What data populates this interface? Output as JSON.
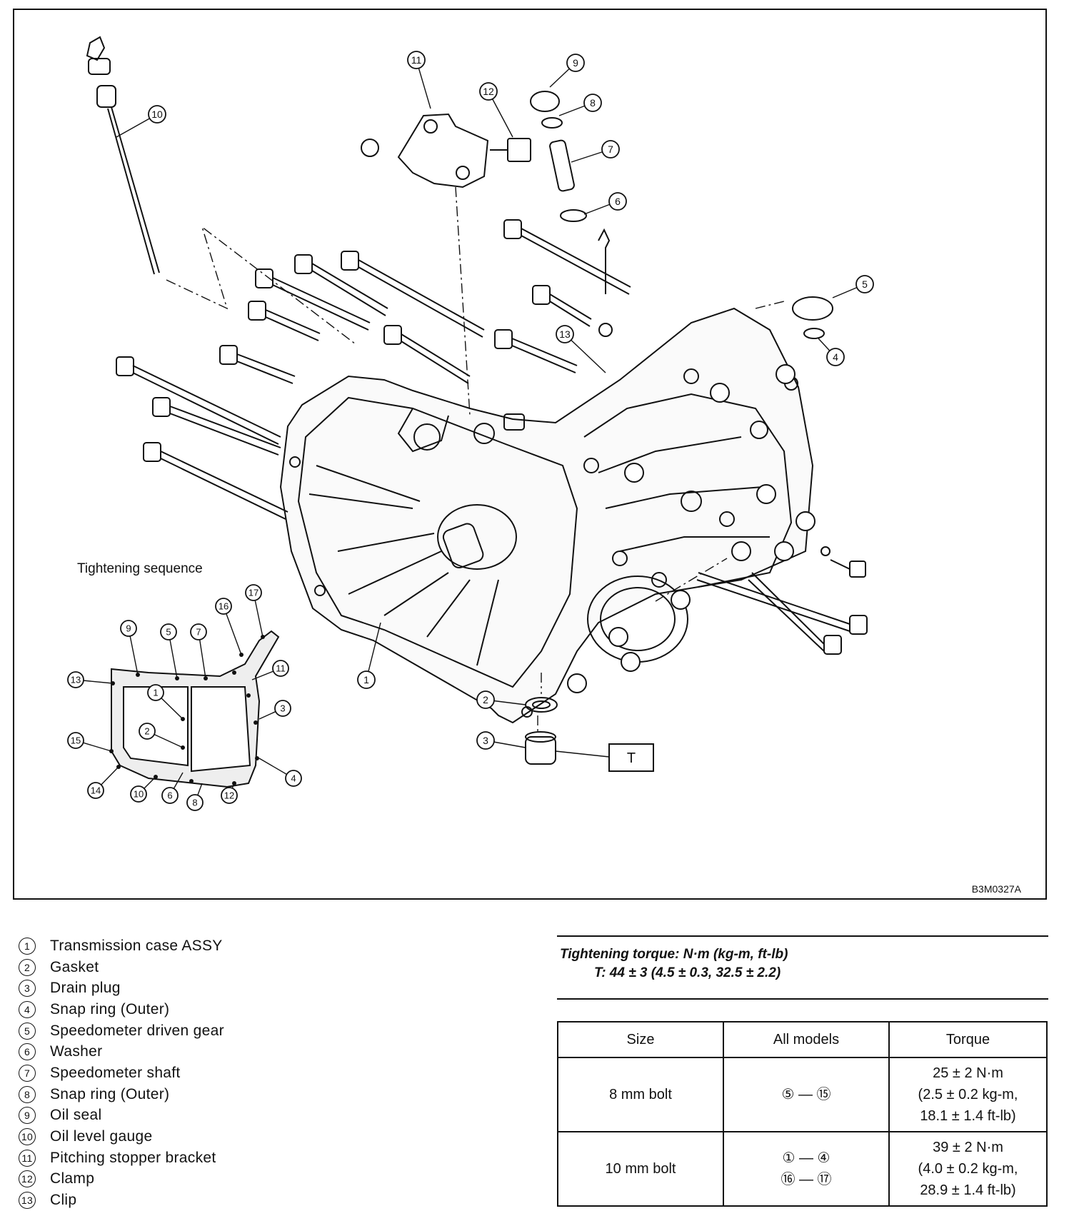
{
  "figure": {
    "code": "B3M0327A",
    "sequence_title": "Tightening sequence",
    "torque_callout": "T",
    "exploded_callouts": [
      "1",
      "2",
      "3",
      "4",
      "5",
      "6",
      "7",
      "8",
      "9",
      "10",
      "11",
      "12",
      "13"
    ],
    "sequence_numbers": [
      "1",
      "2",
      "3",
      "4",
      "5",
      "6",
      "7",
      "8",
      "9",
      "10",
      "11",
      "12",
      "13",
      "14",
      "15",
      "16",
      "17"
    ]
  },
  "legend": [
    {
      "num": "1",
      "label": "Transmission case ASSY"
    },
    {
      "num": "2",
      "label": "Gasket"
    },
    {
      "num": "3",
      "label": "Drain plug"
    },
    {
      "num": "4",
      "label": "Snap ring (Outer)"
    },
    {
      "num": "5",
      "label": "Speedometer driven gear"
    },
    {
      "num": "6",
      "label": "Washer"
    },
    {
      "num": "7",
      "label": "Speedometer shaft"
    },
    {
      "num": "8",
      "label": "Snap ring (Outer)"
    },
    {
      "num": "9",
      "label": "Oil seal"
    },
    {
      "num": "10",
      "label": "Oil level gauge"
    },
    {
      "num": "11",
      "label": "Pitching stopper bracket"
    },
    {
      "num": "12",
      "label": "Clamp"
    },
    {
      "num": "13",
      "label": "Clip"
    }
  ],
  "torque": {
    "heading": "Tightening torque: N·m (kg-m, ft-lb)",
    "spec": "T: 44 ± 3 (4.5 ± 0.3, 32.5 ± 2.2)",
    "table": {
      "headers": [
        "Size",
        "All models",
        "Torque"
      ],
      "rows": [
        {
          "size": "8 mm bolt",
          "models": [
            "⑤ — ⑮"
          ],
          "torque": [
            "25 ± 2 N·m",
            "(2.5 ± 0.2 kg-m,",
            "18.1 ± 1.4 ft-lb)"
          ]
        },
        {
          "size": "10 mm bolt",
          "models": [
            "① — ④",
            "⑯ — ⑰"
          ],
          "torque": [
            "39 ± 2 N·m",
            "(4.0 ± 0.2 kg-m,",
            "28.9 ± 1.4 ft-lb)"
          ]
        }
      ]
    }
  }
}
